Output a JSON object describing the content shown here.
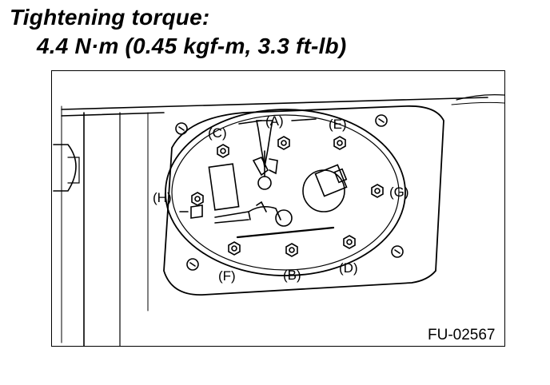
{
  "header": {
    "title": "Tightening torque:",
    "value": "4.4 N·m (0.45 kgf-m, 3.3 ft-lb)"
  },
  "diagram": {
    "labels": {
      "A": "(A)",
      "B": "(B)",
      "C": "(C)",
      "D": "(D)",
      "E": "(E)",
      "F": "(F)",
      "G": "(G)",
      "H": "(H)"
    },
    "figure_code": "FU-02567"
  }
}
